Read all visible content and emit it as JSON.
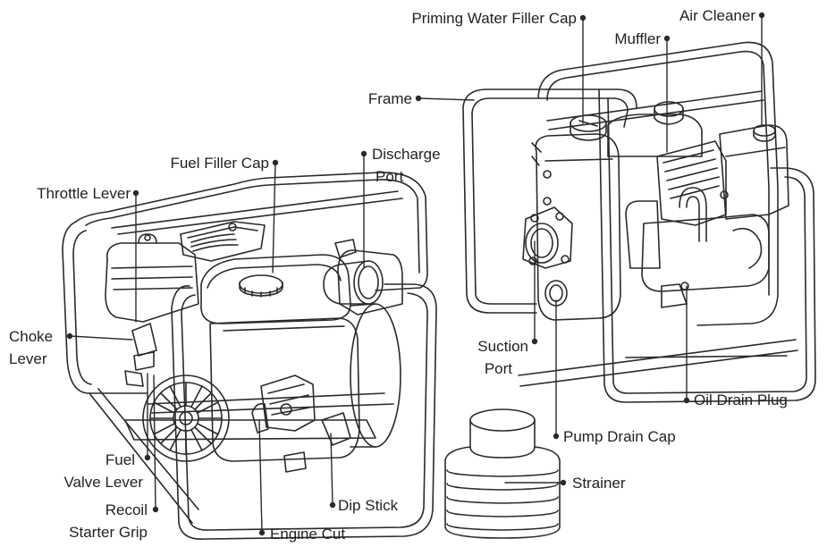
{
  "labels": {
    "priming_water_filler_cap": "Priming Water Filler Cap",
    "air_cleaner": "Air Cleaner",
    "muffler": "Muffler",
    "frame": "Frame",
    "fuel_filler_cap": "Fuel Filler Cap",
    "discharge_port_1": "Discharge",
    "discharge_port_2": "Port",
    "throttle_lever": "Throttle Lever",
    "choke_lever_1": "Choke",
    "choke_lever_2": "Lever",
    "suction_port_1": "Suction",
    "suction_port_2": "Port",
    "oil_drain_plug": "Oil Drain Plug",
    "pump_drain_cap": "Pump Drain Cap",
    "fuel_valve_lever_1": "Fuel",
    "fuel_valve_lever_2": "Valve Lever",
    "strainer": "Strainer",
    "recoil_starter_grip_1": "Recoil",
    "recoil_starter_grip_2": "Starter Grip",
    "dip_stick": "Dip Stick",
    "engine_cut": "Engine Cut"
  },
  "colors": {
    "line": "#2a2a2a",
    "text": "#222222",
    "background": "#ffffff"
  }
}
